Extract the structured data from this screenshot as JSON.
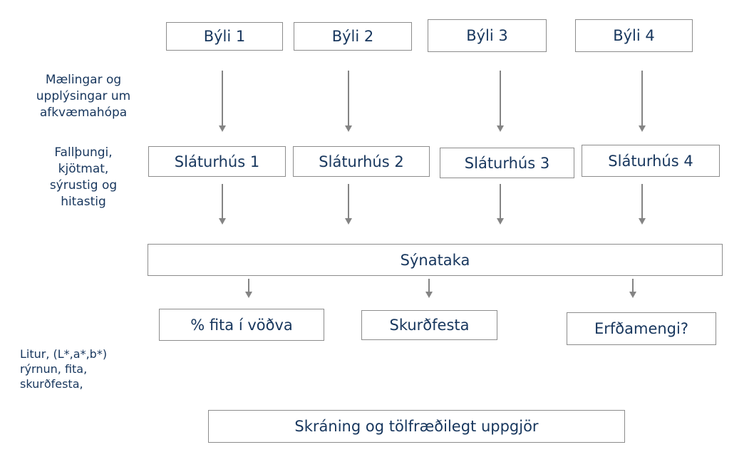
{
  "colors": {
    "background": "#ffffff",
    "text": "#17365d",
    "box_border": "#8c8c8c",
    "arrow": "#848484"
  },
  "farms": [
    {
      "label": "Býli 1"
    },
    {
      "label": "Býli 2"
    },
    {
      "label": "Býli 3"
    },
    {
      "label": "Býli 4"
    }
  ],
  "slaughterhouses": [
    {
      "label": "Sláturhús 1"
    },
    {
      "label": "Sláturhús 2"
    },
    {
      "label": "Sláturhús 3"
    },
    {
      "label": "Sláturhús 4"
    }
  ],
  "sampling": {
    "label": "Sýnataka"
  },
  "analyses": [
    {
      "label": "% fita í vöðva"
    },
    {
      "label": "Skurðfesta"
    },
    {
      "label": "Erfðamengi?"
    }
  ],
  "final_step": {
    "label": "Skráning og tölfræðilegt uppgjör"
  },
  "side_notes": [
    {
      "lines": [
        "Mælingar og",
        "upplýsingar um",
        "afkvæmahópa"
      ]
    },
    {
      "lines": [
        "Fallþungi,",
        "kjötmat,",
        "sýrustig og",
        "hitastig"
      ]
    },
    {
      "lines": [
        "Litur, (L*,a*,b*)",
        "rýrnun, fita,",
        "skurðfesta,"
      ]
    }
  ]
}
